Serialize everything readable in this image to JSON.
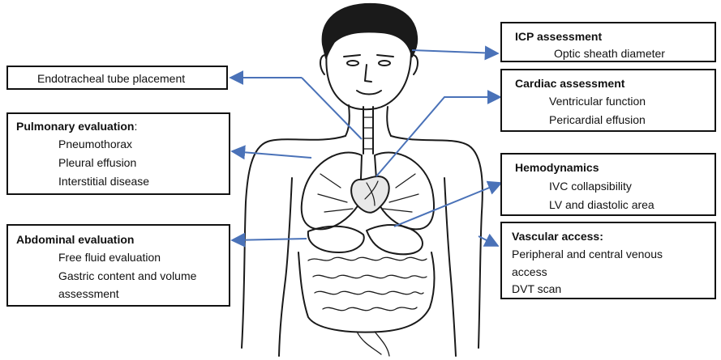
{
  "boxes": {
    "endotracheal": {
      "title": "Endotracheal tube placement"
    },
    "pulmonary": {
      "title": "Pulmonary evaluation",
      "title_suffix": ":",
      "items": [
        "Pneumothorax",
        "Pleural effusion",
        "Interstitial disease"
      ]
    },
    "abdominal": {
      "title": "Abdominal evaluation",
      "items": [
        "Free fluid evaluation",
        "Gastric content and volume",
        "assessment"
      ]
    },
    "icp": {
      "title": "ICP assessment",
      "items": [
        "Optic sheath diameter"
      ]
    },
    "cardiac": {
      "title": "Cardiac assessment",
      "items": [
        "Ventricular function",
        "Pericardial effusion"
      ]
    },
    "hemodynamics": {
      "title": "Hemodynamics",
      "items": [
        "IVC  collapsibility",
        "LV and diastolic area"
      ]
    },
    "vascular": {
      "title": "Vascular access:",
      "items": [
        "Peripheral and central venous",
        "access",
        "DVT scan"
      ]
    }
  },
  "colors": {
    "arrow": "#4a72b8",
    "box_border": "#111111",
    "drawing": "#1a1a1a"
  }
}
